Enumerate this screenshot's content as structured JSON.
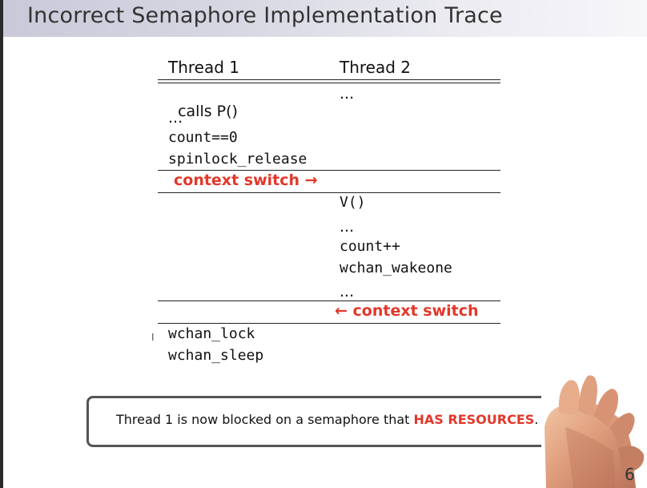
{
  "slide": {
    "title": "Incorrect Semaphore Implementation Trace",
    "page_number_partial": "6"
  },
  "table": {
    "headers": [
      "Thread 1",
      "Thread 2"
    ],
    "rows": [
      {
        "t1": "calls P()",
        "t2": "..."
      },
      {
        "t1": "...",
        "t2": ""
      },
      {
        "t1": "count==0",
        "t2": ""
      },
      {
        "t1": "spinlock_release",
        "t2": ""
      },
      {
        "t1": "context switch →",
        "t2": ""
      },
      {
        "t1": "",
        "t2": "V()"
      },
      {
        "t1": "",
        "t2": "..."
      },
      {
        "t1": "",
        "t2": "count++"
      },
      {
        "t1": "",
        "t2": "wchan_wakeone"
      },
      {
        "t1": "",
        "t2": "..."
      },
      {
        "t1": "",
        "t2": "← context switch"
      },
      {
        "t1": "wchan_lock",
        "t2": ""
      },
      {
        "t1": "wchan_sleep",
        "t2": ""
      }
    ]
  },
  "callout": {
    "prefix": "Thread 1 is now blocked on a semaphore that ",
    "emphasis": "HAS RESOURCES",
    "suffix": "."
  },
  "colors": {
    "accent_red": "#e2382a",
    "title_text": "#333333"
  },
  "icons": {
    "cursor": "text-cursor-icon"
  }
}
